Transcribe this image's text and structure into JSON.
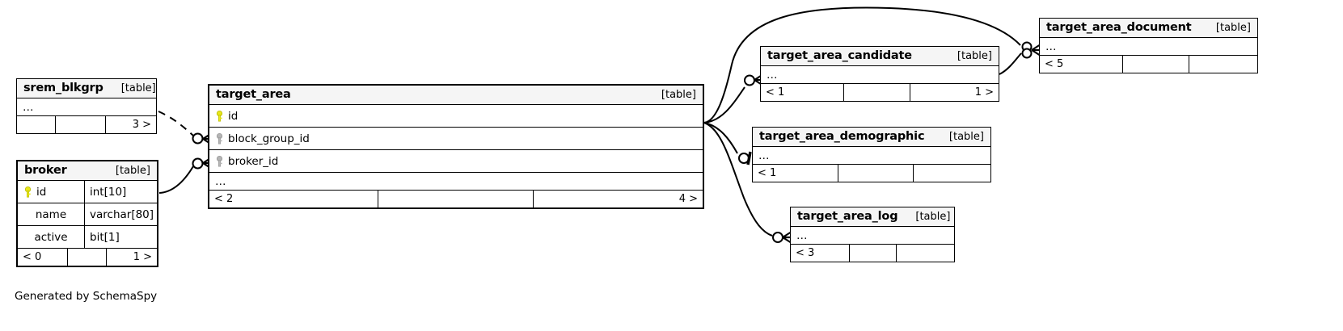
{
  "diagram": {
    "caption": "Generated by SchemaSpy",
    "kind_label": "[table]",
    "ellipsis": "…",
    "colors": {
      "primary_key": "#e8e81c",
      "foreign_key": "#b0b0b0",
      "header_background": "#f5f5f5",
      "line": "#000000",
      "background": "#ffffff"
    }
  },
  "tables": {
    "srem_blkgrp": {
      "name": "srem_blkgrp",
      "kind": "[table]",
      "ellipsis": "…",
      "footer": [
        "",
        "",
        "3 >"
      ]
    },
    "broker": {
      "name": "broker",
      "kind": "[table]",
      "columns": [
        {
          "name": "id",
          "type": "int[10]",
          "key": "primary"
        },
        {
          "name": "name",
          "type": "varchar[80]",
          "key": "none"
        },
        {
          "name": "active",
          "type": "bit[1]",
          "key": "none"
        }
      ],
      "footer": [
        "< 0",
        "",
        "1 >"
      ]
    },
    "target_area": {
      "name": "target_area",
      "kind": "[table]",
      "columns": [
        {
          "name": "id",
          "key": "primary"
        },
        {
          "name": "block_group_id",
          "key": "foreign"
        },
        {
          "name": "broker_id",
          "key": "foreign"
        }
      ],
      "ellipsis": "…",
      "footer": [
        "< 2",
        "",
        "4 >"
      ]
    },
    "target_area_candidate": {
      "name": "target_area_candidate",
      "kind": "[table]",
      "ellipsis": "…",
      "footer": [
        "< 1",
        "",
        "1 >"
      ]
    },
    "target_area_demographic": {
      "name": "target_area_demographic",
      "kind": "[table]",
      "ellipsis": "…",
      "footer": [
        "< 1",
        "",
        ""
      ]
    },
    "target_area_log": {
      "name": "target_area_log",
      "kind": "[table]",
      "ellipsis": "…",
      "footer": [
        "< 3",
        "",
        ""
      ]
    },
    "target_area_document": {
      "name": "target_area_document",
      "kind": "[table]",
      "ellipsis": "…",
      "footer": [
        "< 5",
        "",
        ""
      ]
    }
  },
  "relationships": [
    {
      "from": "srem_blkgrp",
      "to": "target_area.block_group_id",
      "style": "dashed",
      "cardinality": "zero-or-many"
    },
    {
      "from": "broker",
      "to": "target_area.broker_id",
      "style": "solid",
      "cardinality": "zero-or-many"
    },
    {
      "from": "target_area",
      "to": "target_area_candidate",
      "style": "solid",
      "cardinality": "zero-or-many"
    },
    {
      "from": "target_area",
      "to": "target_area_demographic",
      "style": "solid",
      "cardinality": "zero-or-one"
    },
    {
      "from": "target_area",
      "to": "target_area_log",
      "style": "solid",
      "cardinality": "zero-or-many"
    },
    {
      "from": "target_area",
      "to": "target_area_document",
      "style": "solid",
      "cardinality": "zero-or-many"
    },
    {
      "from": "target_area_candidate",
      "to": "target_area_document",
      "style": "solid",
      "cardinality": "zero-or-many"
    }
  ]
}
